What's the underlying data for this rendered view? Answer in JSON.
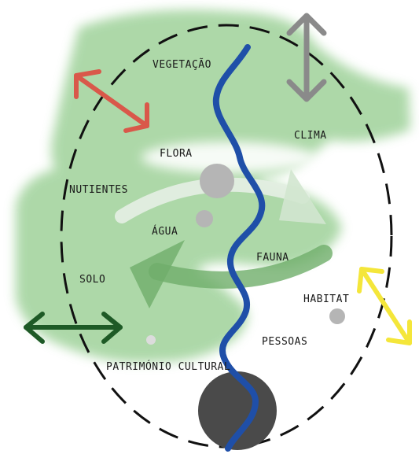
{
  "labels": {
    "vegetacao": "VEGETAÇÃO",
    "clima": "CLIMA",
    "flora": "FLORA",
    "nutientes": "NUTIENTES",
    "agua": "ÁGUA",
    "fauna": "FAUNA",
    "solo": "SOLO",
    "habitat": "HABITAT",
    "pessoas": "PESSOAS",
    "patrimonio": "PATRIMÓNIO CULTURAL"
  },
  "colors": {
    "background": "#ffffff",
    "green_zone": "#9fd29a",
    "river": "#1f4fa8",
    "outline": "#111111",
    "arrow_red": "#d9584a",
    "arrow_gray": "#8a8a8a",
    "arrow_dark_green": "#1e5a26",
    "arrow_yellow": "#f4e63a",
    "cycle_arrow_light": "#e3eee1",
    "cycle_arrow_dark": "#6fae6a",
    "circle_dark": "#4a4a4a",
    "circle_light": "#b5b5b5"
  },
  "icons": {
    "red_arrow": "double-headed-arrow",
    "gray_arrow": "double-headed-arrow",
    "green_arrow": "double-headed-arrow",
    "yellow_arrow": "double-headed-arrow"
  }
}
